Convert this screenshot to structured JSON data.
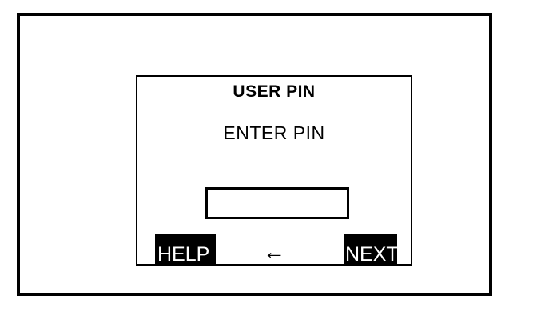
{
  "device": {
    "frame_color": "#000000",
    "background_color": "#ffffff"
  },
  "screen": {
    "title": "USER PIN",
    "prompt": "ENTER PIN",
    "border_color": "#000000"
  },
  "pin_entry": {
    "value": "",
    "placeholder": "",
    "masked": true
  },
  "softkeys": {
    "help_label": "HELP",
    "back_icon": "←",
    "back_icon_name": "left-arrow-icon",
    "next_label": "NEXT",
    "key_background": "#000000",
    "key_text_color": "#ffffff"
  }
}
